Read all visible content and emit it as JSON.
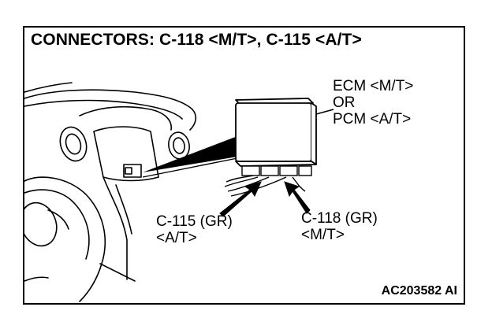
{
  "title": "CONNECTORS: C-118 <M/T>, C-115 <A/T>",
  "module_label": {
    "line1": "ECM <M/T>",
    "line2": "OR",
    "line3": "PCM <A/T>"
  },
  "connector_left": {
    "line1": "C-115 (GR)",
    "line2": "<A/T>"
  },
  "connector_right": {
    "line1": "C-118 (GR)",
    "line2": "<M/T>"
  },
  "reference": "AC203582 AI",
  "colors": {
    "line": "#000000",
    "background": "#ffffff"
  }
}
